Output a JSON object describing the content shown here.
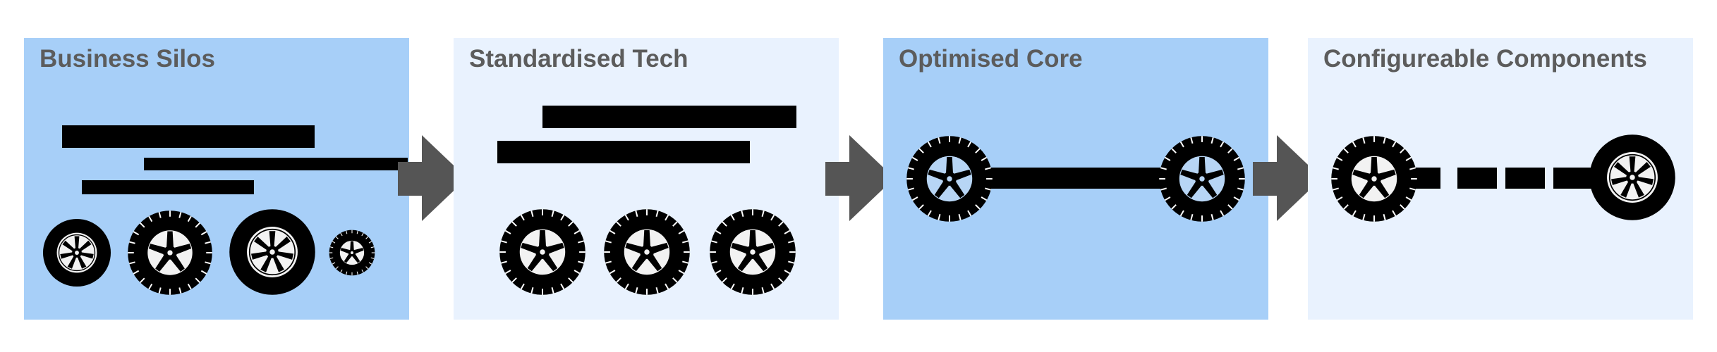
{
  "colors": {
    "panel_strong": "#a7cff8",
    "panel_light": "#e9f2fe",
    "arrow": "#555555",
    "ink": "#000000",
    "hub_blue": "#b7d5f5",
    "hub_white": "#f2f2f2"
  },
  "stages": [
    {
      "title": "Business Silos"
    },
    {
      "title": "Standardised Tech"
    },
    {
      "title": "Optimised Core"
    },
    {
      "title": "Configureable Components"
    }
  ],
  "icons": {
    "arrow": "right-arrow-icon",
    "wheel": "wheel-icon",
    "bar": "bar-block"
  }
}
